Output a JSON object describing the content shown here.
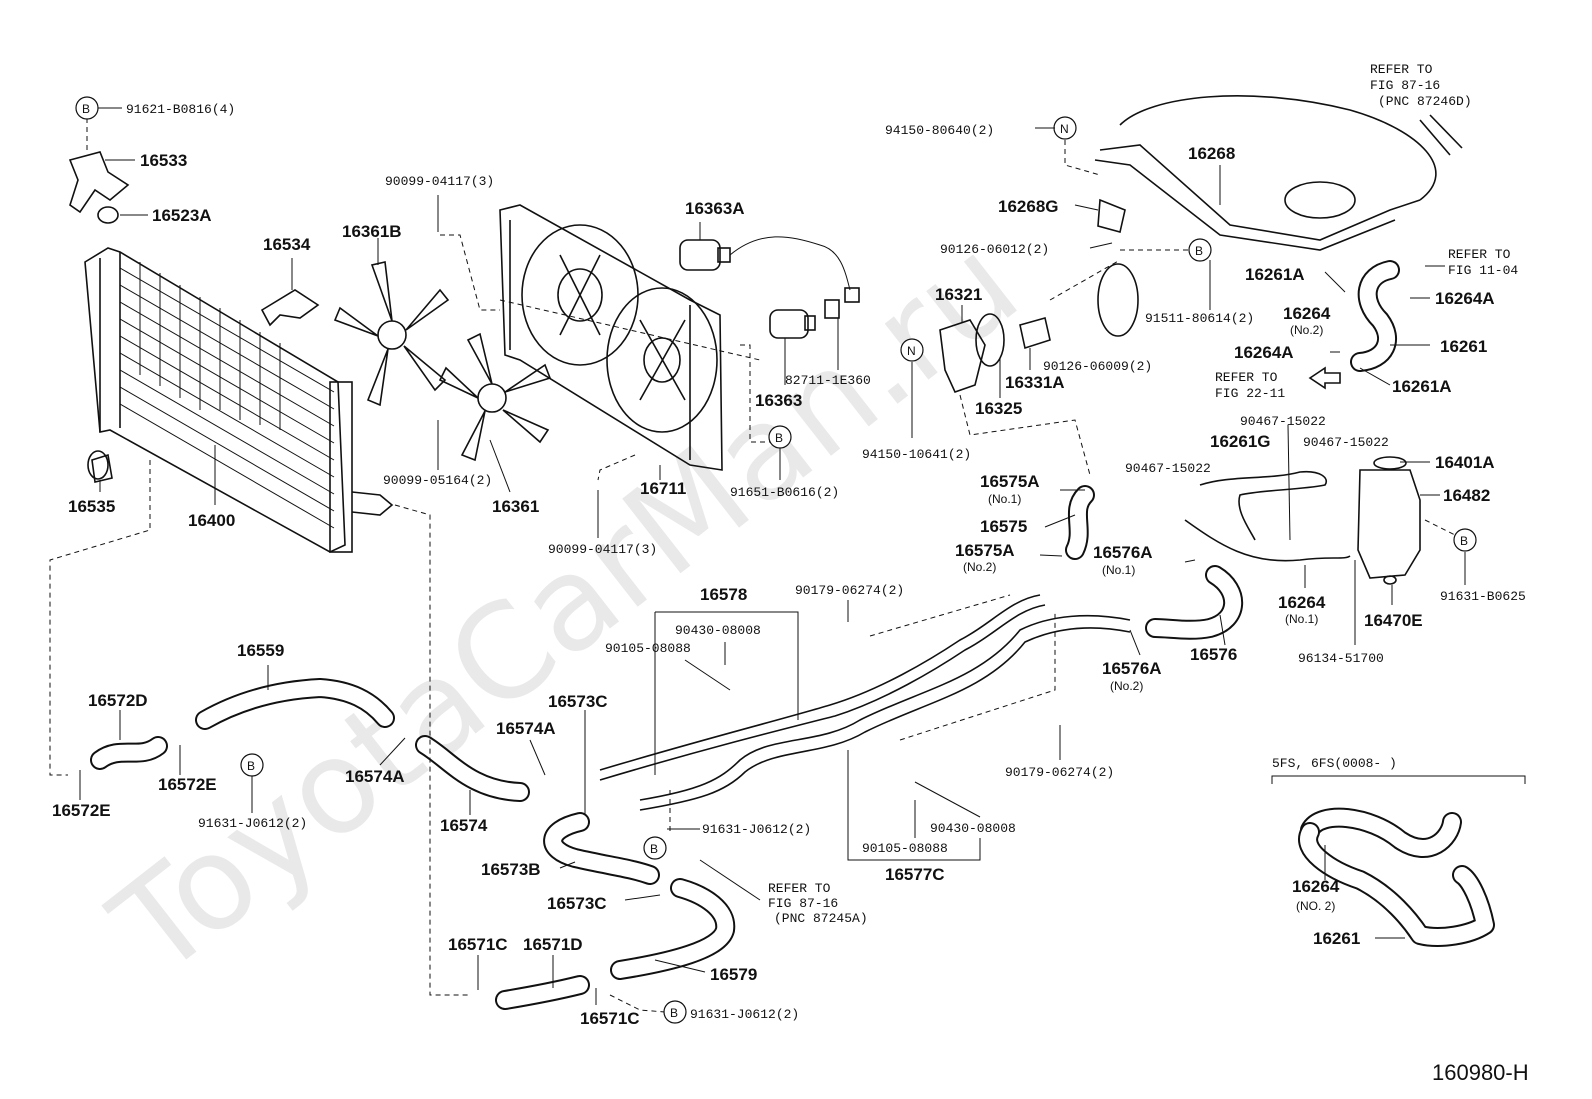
{
  "watermark": "ToyotaCarMan.ru",
  "figure_id": "160980-H",
  "callouts": {
    "c_91621": "91621-B0816(4)",
    "c_16533": "16533",
    "c_16523A": "16523A",
    "c_16534": "16534",
    "c_16361B": "16361B",
    "c_90099a": "90099-04117(3)",
    "c_16363A": "16363A",
    "c_16363": "16363",
    "c_82711": "82711-1E360",
    "c_16535": "16535",
    "c_16400": "16400",
    "c_90099_05164": "90099-05164(2)",
    "c_16361": "16361",
    "c_16711": "16711",
    "c_91651": "91651-B0616(2)",
    "c_90099b": "90099-04117(3)",
    "c_94150a": "94150-80640(2)",
    "c_16268": "16268",
    "c_16268G": "16268G",
    "c_90126a": "90126-06012(2)",
    "c_16321": "16321",
    "c_16331A": "16331A",
    "c_16325": "16325",
    "c_90126b": "90126-06009(2)",
    "c_91511": "91511-80614(2)",
    "c_94150b": "94150-10641(2)",
    "c_16261A_1": "16261A",
    "c_16264_no2": "16264",
    "c_no2_a": "(No.2)",
    "c_16264A_1": "16264A",
    "c_16264A_2": "16264A",
    "c_16261": "16261",
    "c_16261A_2": "16261A",
    "c_90467a": "90467-15022",
    "c_16261G": "16261G",
    "c_90467b": "90467-15022",
    "c_90467c": "90467-15022",
    "c_16401A": "16401A",
    "c_16482": "16482",
    "c_91631_b0625": "91631-B0625",
    "c_16470E": "16470E",
    "c_96134": "96134-51700",
    "c_16264_no1": "16264",
    "c_no1_a": "(No.1)",
    "c_16575A_1": "16575A",
    "c_no1_b": "(No.1)",
    "c_16575": "16575",
    "c_16575A_2": "16575A",
    "c_no2_b": "(No.2)",
    "c_16576A_1": "16576A",
    "c_no1_c": "(No.1)",
    "c_16576": "16576",
    "c_16576A_2": "16576A",
    "c_no2_c": "(No.2)",
    "c_16578": "16578",
    "c_90430a": "90430-08008",
    "c_90105a": "90105-08088",
    "c_90179a": "90179-06274(2)",
    "c_90179b": "90179-06274(2)",
    "c_90430b": "90430-08008",
    "c_90105b": "90105-08088",
    "c_16577C": "16577C",
    "c_16559": "16559",
    "c_16572D": "16572D",
    "c_16572E_1": "16572E",
    "c_16572E_2": "16572E",
    "c_91631a": "91631-J0612(2)",
    "c_16574A_1": "16574A",
    "c_16574A_2": "16574A",
    "c_16574": "16574",
    "c_16573C_1": "16573C",
    "c_16573B": "16573B",
    "c_16573C_2": "16573C",
    "c_91631b": "91631-J0612(2)",
    "c_16571C_1": "16571C",
    "c_16571D": "16571D",
    "c_16571C_2": "16571C",
    "c_16579": "16579",
    "c_91631c": "91631-J0612(2)",
    "c_5fs": "5FS, 6FS(0008-       )",
    "c_16264_inset": "16264",
    "c_no2_inset": "(NO. 2)",
    "c_16261_inset": "16261"
  },
  "references": {
    "r1": [
      "REFER TO",
      "FIG 87-16",
      "(PNC 87246D)"
    ],
    "r2": [
      "REFER TO",
      "FIG 11-04"
    ],
    "r3": [
      "REFER TO",
      "FIG 22-11"
    ],
    "r4": [
      "REFER TO",
      "FIG 87-16",
      "(PNC 87245A)"
    ]
  },
  "markers": {
    "B": "B",
    "N": "N"
  }
}
